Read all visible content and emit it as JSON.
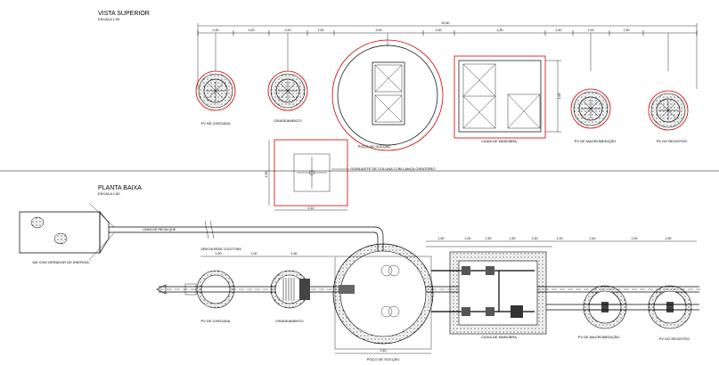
{
  "titles": {
    "top_view": "VISTA SUPERIOR",
    "top_view_scale": "ESCALA 1:50",
    "plan_view": "PLANTA BAIXA",
    "plan_view_scale": "ESCALA 1:50"
  },
  "labels": {
    "pv_chegada": "PV DE CHEGADA",
    "gradeamento": "GRADEAMENTO",
    "poco_succao": "POÇO DE SUCÇÃO",
    "caixa_manobra": "CAIXA DE MANOBRA",
    "pv_macromedicao": "PV DE MACROMEDIÇÃO",
    "pv_registro": "PV DO REGISTRO",
    "guindaste_note": "GUINDASTE DE COLUNA COM LANÇA GIRATÓRIO",
    "rede_coletora": "VEM DA REDE COLETORA",
    "grupo_gerador": "VAI COM GERADOR DE ENERGIA",
    "linha_recalque": "LINHA DE RECALQUE"
  },
  "dimensions": {
    "overall": "22,60",
    "top": [
      "2,40",
      "1,00",
      "2,00",
      "1,50",
      "2,00",
      "1,00",
      "1,50",
      "2,40",
      "1,00",
      "1,50"
    ],
    "side": "2,40",
    "guindaste_width": "2,40",
    "guindaste_height": "1,50",
    "plan_upper": [
      "1,50",
      "1,00",
      "1,50",
      "1,50",
      "1,50",
      "1,00",
      "2,40",
      "1,00",
      "1,50"
    ],
    "plan_left": [
      "1,50",
      "1,00",
      "1,50"
    ]
  }
}
